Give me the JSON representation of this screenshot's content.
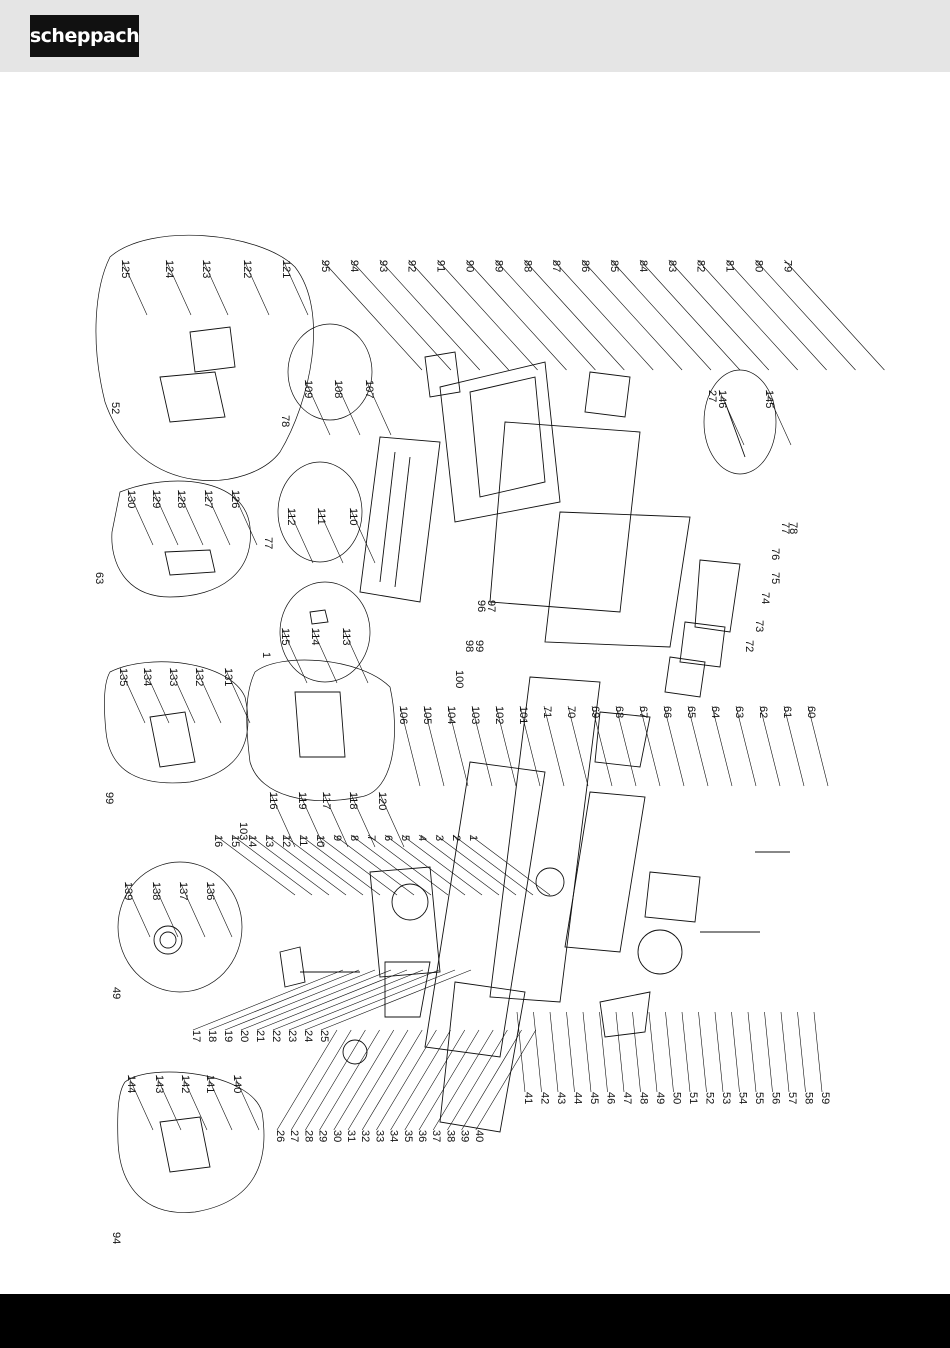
{
  "brand": {
    "name": "scheppach"
  },
  "diagram": {
    "part_numbers_right_column": [
      "41",
      "42",
      "43",
      "44",
      "45",
      "46",
      "47",
      "48",
      "49",
      "50",
      "51",
      "52",
      "53",
      "54",
      "55",
      "56",
      "57",
      "58",
      "59"
    ],
    "part_numbers_bottom_row": [
      "26",
      "27",
      "28",
      "29",
      "30",
      "31",
      "32",
      "33",
      "34",
      "35",
      "36",
      "37",
      "38",
      "39",
      "40"
    ],
    "part_numbers_left_block": [
      "17",
      "18",
      "19",
      "20",
      "21",
      "22",
      "23",
      "24",
      "25"
    ],
    "part_numbers_center_top": [
      "16",
      "15",
      "14",
      "13",
      "12",
      "11",
      "10",
      "9",
      "8",
      "7",
      "6",
      "5",
      "4",
      "3",
      "2",
      "1"
    ],
    "part_numbers_upper_middle": [
      "106",
      "105",
      "104",
      "103",
      "102",
      "101",
      "71",
      "70",
      "69",
      "68",
      "67",
      "66",
      "65",
      "64",
      "63",
      "62",
      "61",
      "60"
    ],
    "part_numbers_top_row": [
      "95",
      "94",
      "93",
      "92",
      "91",
      "90",
      "89",
      "88",
      "87",
      "86",
      "85",
      "84",
      "83",
      "82",
      "81",
      "80",
      "79"
    ],
    "part_numbers_misc": [
      "96",
      "97",
      "98",
      "99",
      "100",
      "72",
      "73",
      "74",
      "75",
      "76",
      "77",
      "78"
    ],
    "groups": [
      {
        "id": "52",
        "parts": [
          "125",
          "124",
          "123",
          "122",
          "121"
        ]
      },
      {
        "id": "78",
        "parts": [
          "109",
          "108",
          "107"
        ]
      },
      {
        "id": "27",
        "parts": [
          "146",
          "145"
        ]
      },
      {
        "id": "77",
        "parts": [
          "112",
          "111",
          "110"
        ]
      },
      {
        "id": "63",
        "parts": [
          "130",
          "129",
          "128",
          "127",
          "126"
        ]
      },
      {
        "id": "1",
        "parts": [
          "115",
          "114",
          "113"
        ]
      },
      {
        "id": "103",
        "parts": [
          "116",
          "119",
          "117",
          "118",
          "120"
        ]
      },
      {
        "id": "99",
        "parts": [
          "135",
          "134",
          "133",
          "132",
          "131"
        ]
      },
      {
        "id": "49",
        "parts": [
          "139",
          "138",
          "137",
          "136"
        ]
      },
      {
        "id": "94",
        "parts": [
          "144",
          "143",
          "142",
          "141",
          "140"
        ]
      }
    ]
  }
}
